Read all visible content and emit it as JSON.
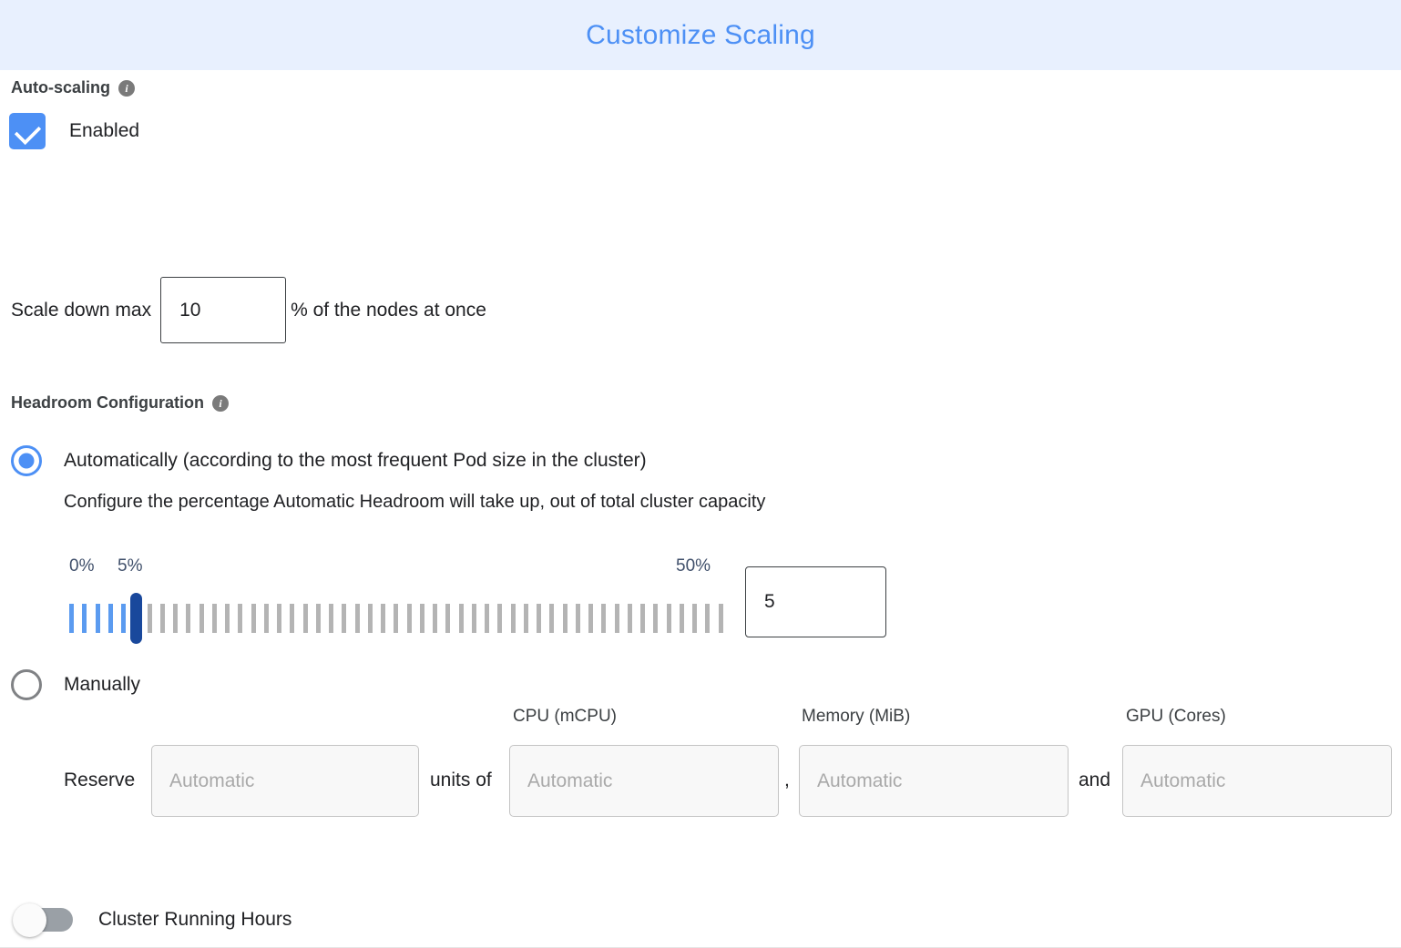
{
  "header": {
    "title": "Customize Scaling",
    "background": "#e8f0fe",
    "title_color": "#4d90f5"
  },
  "autoscaling": {
    "section_label": "Auto-scaling",
    "info_glyph": "i",
    "checkbox_label": "Enabled",
    "checkbox_checked": true,
    "accent_color": "#4d90f5",
    "scale_down": {
      "prefix_label": "Scale down max",
      "value": "10",
      "suffix_label": "% of the nodes at once"
    }
  },
  "headroom": {
    "section_label": "Headroom Configuration",
    "info_glyph": "i",
    "options": [
      {
        "id": "automatic",
        "label": "Automatically (according to the most frequent Pod size in the cluster)",
        "selected": true,
        "description": "Configure the percentage Automatic Headroom will take up, out of total cluster capacity"
      },
      {
        "id": "manual",
        "label": "Manually",
        "selected": false
      }
    ],
    "slider": {
      "min_label": "0%",
      "current_label": "5%",
      "max_label": "50%",
      "min": 0,
      "max": 50,
      "value": 5,
      "tick_count": 51,
      "value_input": "5",
      "filled_color": "#5b9bf0",
      "empty_color": "#b4b4b4",
      "thumb_color": "#19489c",
      "label_color": "#40506b"
    },
    "manual_fields": {
      "reserve_label": "Reserve",
      "units_connector": "units of",
      "comma_connector": ",",
      "and_connector": "and",
      "captions": {
        "cpu": "CPU (mCPU)",
        "memory": "Memory (MiB)",
        "gpu": "GPU (Cores)"
      },
      "inputs": {
        "units": {
          "value": "",
          "placeholder": "Automatic"
        },
        "cpu": {
          "value": "",
          "placeholder": "Automatic"
        },
        "memory": {
          "value": "",
          "placeholder": "Automatic"
        },
        "gpu": {
          "value": "",
          "placeholder": "Automatic"
        }
      }
    }
  },
  "cluster_running_hours": {
    "label": "Cluster Running Hours",
    "enabled": false,
    "track_color": "#9aa0a6"
  }
}
